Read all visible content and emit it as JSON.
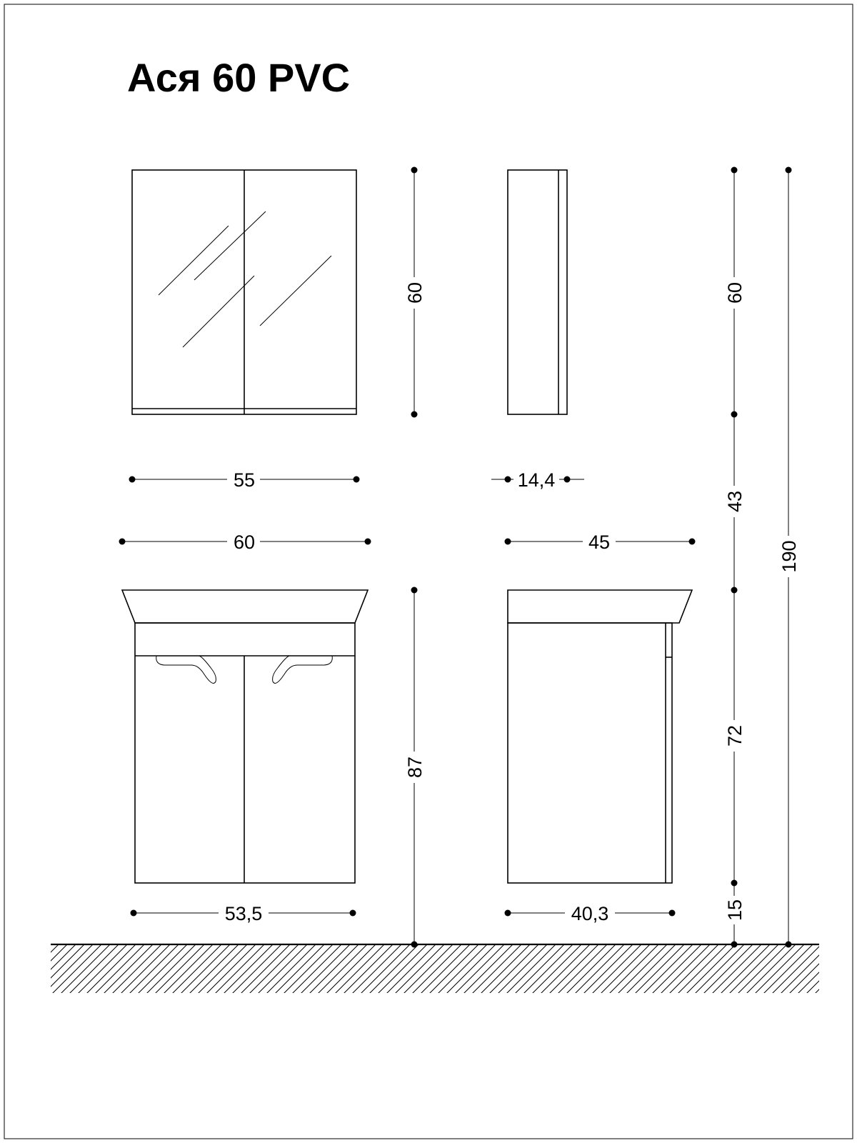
{
  "title": "Ася 60 PVC",
  "dimensions": {
    "mirror_height": "60",
    "mirror_width": "55",
    "mirror_depth": "14,4",
    "basin_width": "60",
    "basin_depth": "45",
    "cabinet_height": "87",
    "cabinet_width": "53,5",
    "cabinet_depth": "40,3",
    "right_mirror_height": "60",
    "gap_height": "43",
    "right_cabinet_height": "72",
    "floor_clearance": "15",
    "total_height": "190"
  }
}
